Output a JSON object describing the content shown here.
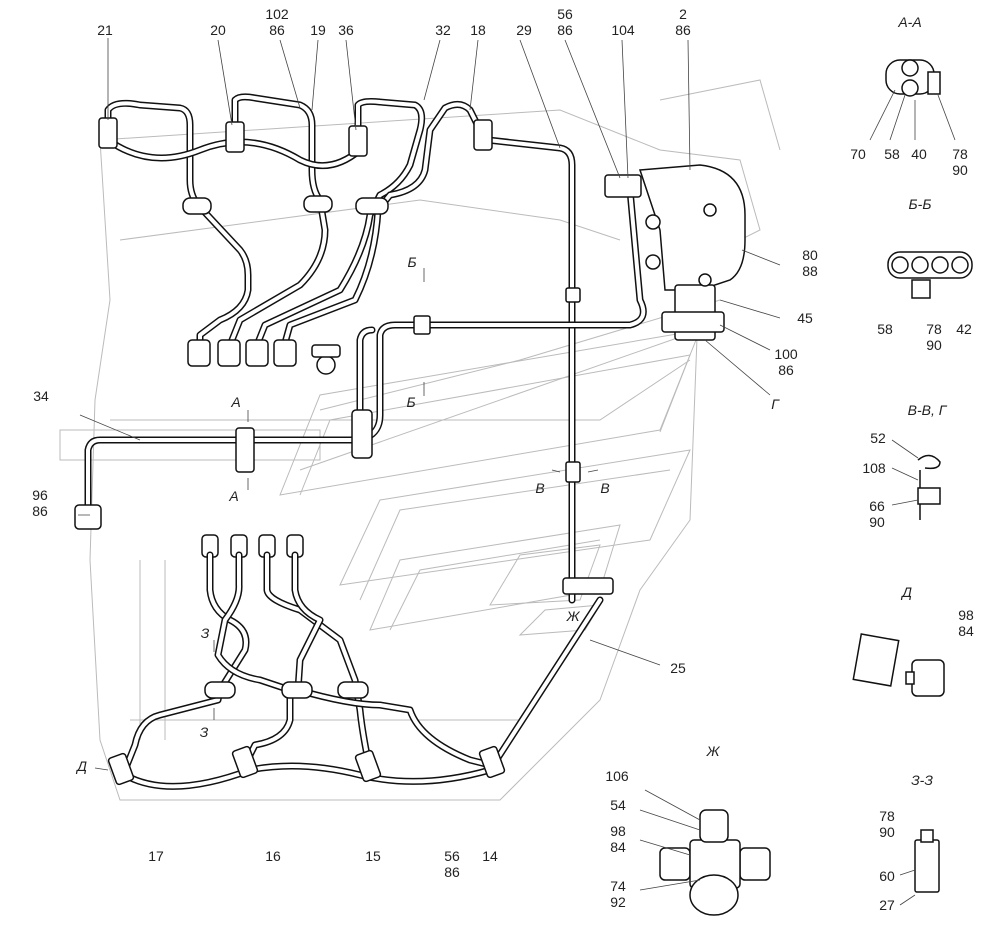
{
  "labels": [
    {
      "text": "21"
    },
    {
      "text": "20"
    },
    {
      "text": "102\n86"
    },
    {
      "text": "19"
    },
    {
      "text": "36"
    },
    {
      "text": "32"
    },
    {
      "text": "18"
    },
    {
      "text": "29"
    },
    {
      "text": "56\n86"
    },
    {
      "text": "104"
    },
    {
      "text": "2\n86"
    },
    {
      "text": "80\n88"
    },
    {
      "text": "45"
    },
    {
      "text": "100\n86"
    },
    {
      "text": "Г"
    },
    {
      "text": "34"
    },
    {
      "text": "96\n86"
    },
    {
      "text": "25"
    },
    {
      "text": "17"
    },
    {
      "text": "16"
    },
    {
      "text": "15"
    },
    {
      "text": "56\n86"
    },
    {
      "text": "14"
    },
    {
      "text": "Б"
    },
    {
      "text": "Б"
    },
    {
      "text": "А"
    },
    {
      "text": "А"
    },
    {
      "text": "В"
    },
    {
      "text": "В"
    },
    {
      "text": "Ж"
    },
    {
      "text": "З"
    },
    {
      "text": "З"
    },
    {
      "text": "Д"
    }
  ],
  "sections": [
    {
      "title": "А-А",
      "labels": [
        "70",
        "58",
        "40",
        "78\n90"
      ]
    },
    {
      "title": "Б-Б",
      "labels": [
        "58",
        "78\n90",
        "42"
      ]
    },
    {
      "title": "В-В, Г",
      "labels": [
        "52",
        "108",
        "66\n90"
      ]
    },
    {
      "title": "Д",
      "labels": [
        "98\n84"
      ]
    },
    {
      "title": "Ж",
      "labels": [
        "106",
        "54",
        "98\n84",
        "74\n92"
      ]
    },
    {
      "title": "З-З",
      "labels": [
        "78\n90",
        "60",
        "27"
      ]
    }
  ]
}
